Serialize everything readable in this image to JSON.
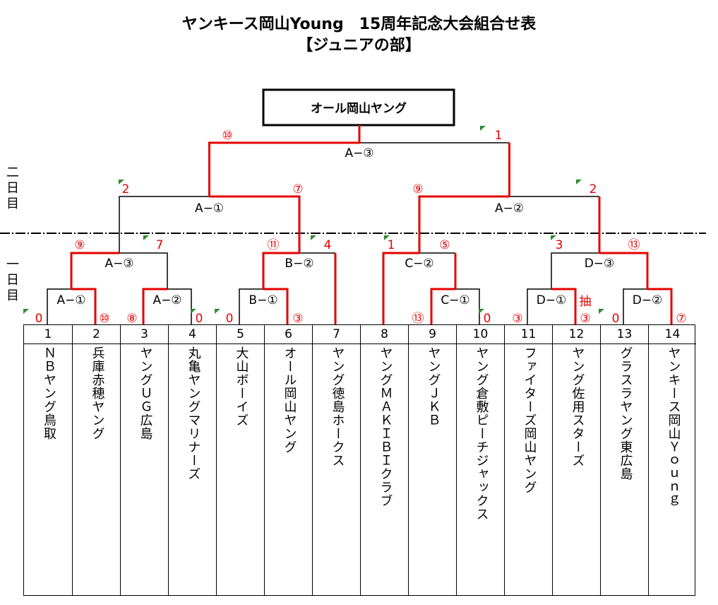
{
  "title": "ヤンキース岡山Young　15周年記念大会組合せ表",
  "subtitle": "【ジュニアの部】",
  "champion": "オール岡山ヤング",
  "day_labels": {
    "day2": [
      "二",
      "日",
      "目"
    ],
    "day1": [
      "一",
      "日",
      "目"
    ]
  },
  "colors": {
    "winner_line": "#e60000",
    "score_text": "#e60000",
    "flag": "#2e8b2e",
    "line": "#000000"
  },
  "teams": [
    {
      "num": "1",
      "name": "ＮＢヤング鳥取"
    },
    {
      "num": "2",
      "name": "兵庫赤穂ヤング"
    },
    {
      "num": "3",
      "name": "ヤングＵＧ広島"
    },
    {
      "num": "4",
      "name": "丸亀ヤングマリナーズ"
    },
    {
      "num": "5",
      "name": "大山ボーイズ"
    },
    {
      "num": "6",
      "name": "オール岡山ヤング"
    },
    {
      "num": "7",
      "name": "ヤング徳島ホークス"
    },
    {
      "num": "8",
      "name": "ヤングＭＡＫＩＢＩクラブ"
    },
    {
      "num": "9",
      "name": "ヤングＪＫＢ"
    },
    {
      "num": "10",
      "name": "ヤング倉敷ピーチジャックス"
    },
    {
      "num": "11",
      "name": "ファイターズ岡山ヤング"
    },
    {
      "num": "12",
      "name": "ヤング佐用スターズ"
    },
    {
      "num": "13",
      "name": "グラスラヤング東広島"
    },
    {
      "num": "14",
      "name": "ヤンキース岡山Ｙｏｕｎｇ"
    }
  ],
  "matches": [
    {
      "label": "A−①"
    },
    {
      "label": "A−②"
    },
    {
      "label": "A−③"
    },
    {
      "label": "B−①"
    },
    {
      "label": "B−②"
    },
    {
      "label": "C−①"
    },
    {
      "label": "C−②"
    },
    {
      "label": "D−①"
    },
    {
      "label": "D−②"
    },
    {
      "label": "D−③"
    },
    {
      "label": "A−①"
    },
    {
      "label": "A−②"
    },
    {
      "label": "A−③"
    }
  ],
  "scores": [
    "0",
    "⑩",
    "⑧",
    "0",
    "0",
    "③",
    "⑬",
    "0",
    "③",
    "③",
    "0",
    "⑦",
    "⑨",
    "7",
    "⑪",
    "4",
    "1",
    "⑤",
    "3",
    "⑬",
    "2",
    "⑦",
    "⑨",
    "2",
    "⑩",
    "1",
    "抽"
  ]
}
